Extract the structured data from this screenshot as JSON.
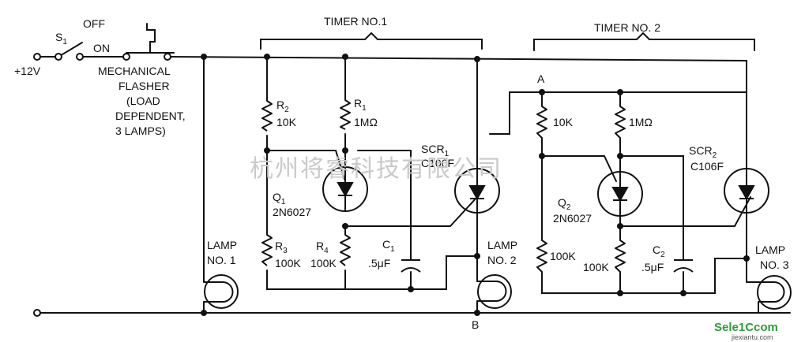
{
  "circuit": {
    "supply": "+12V",
    "switch": {
      "name": "S",
      "sub": "1",
      "off": "OFF",
      "on": "ON"
    },
    "flasher": [
      "MECHANICAL",
      "FLASHER",
      "(LOAD",
      "DEPENDENT,",
      "3 LAMPS)"
    ],
    "timer1": {
      "title": "TIMER NO.1",
      "r2": {
        "name": "R",
        "sub": "2",
        "value": "10K"
      },
      "r1": {
        "name": "R",
        "sub": "1",
        "value": "1MΩ"
      },
      "q1": {
        "name": "Q",
        "sub": "1",
        "part": "2N6027"
      },
      "scr1": {
        "name": "SCR",
        "sub": "1",
        "part": "C106F"
      },
      "r3": {
        "name": "R",
        "sub": "3",
        "value": "100K"
      },
      "r4": {
        "name": "R",
        "sub": "4",
        "value": "100K"
      },
      "c1": {
        "name": "C",
        "sub": "1",
        "value": ".5μF"
      }
    },
    "timer2": {
      "title": "TIMER NO. 2",
      "r_top_left": "10K",
      "r_top_right": "1MΩ",
      "q2": {
        "name": "Q",
        "sub": "2",
        "part": "2N6027"
      },
      "scr2": {
        "name": "SCR",
        "sub": "2",
        "part": "C106F"
      },
      "r_bottom_left": "100K",
      "r_bottom_right": "100K",
      "c2": {
        "name": "C",
        "sub": "2",
        "value": ".5μF"
      }
    },
    "lamps": [
      {
        "label": "LAMP",
        "number": "NO. 1"
      },
      {
        "label": "LAMP",
        "number": "NO. 2"
      },
      {
        "label": "LAMP",
        "number": "NO. 3"
      }
    ],
    "nodes": {
      "a": "A",
      "b": "B"
    }
  },
  "watermark": {
    "text": "杭州将睿科技有限公司",
    "logo_main": "Sele1Ccom",
    "logo_sub": "jiexiantu.com"
  },
  "colors": {
    "ink": "#111111",
    "watermark": "#c9c9c9",
    "logo": "#2f9a3a"
  }
}
